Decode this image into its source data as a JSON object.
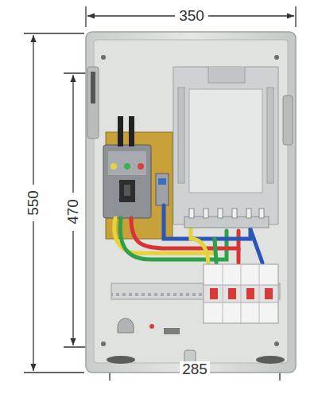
{
  "diagram": {
    "labels": [
      "350",
      "550",
      "470",
      "285"
    ]
  }
}
